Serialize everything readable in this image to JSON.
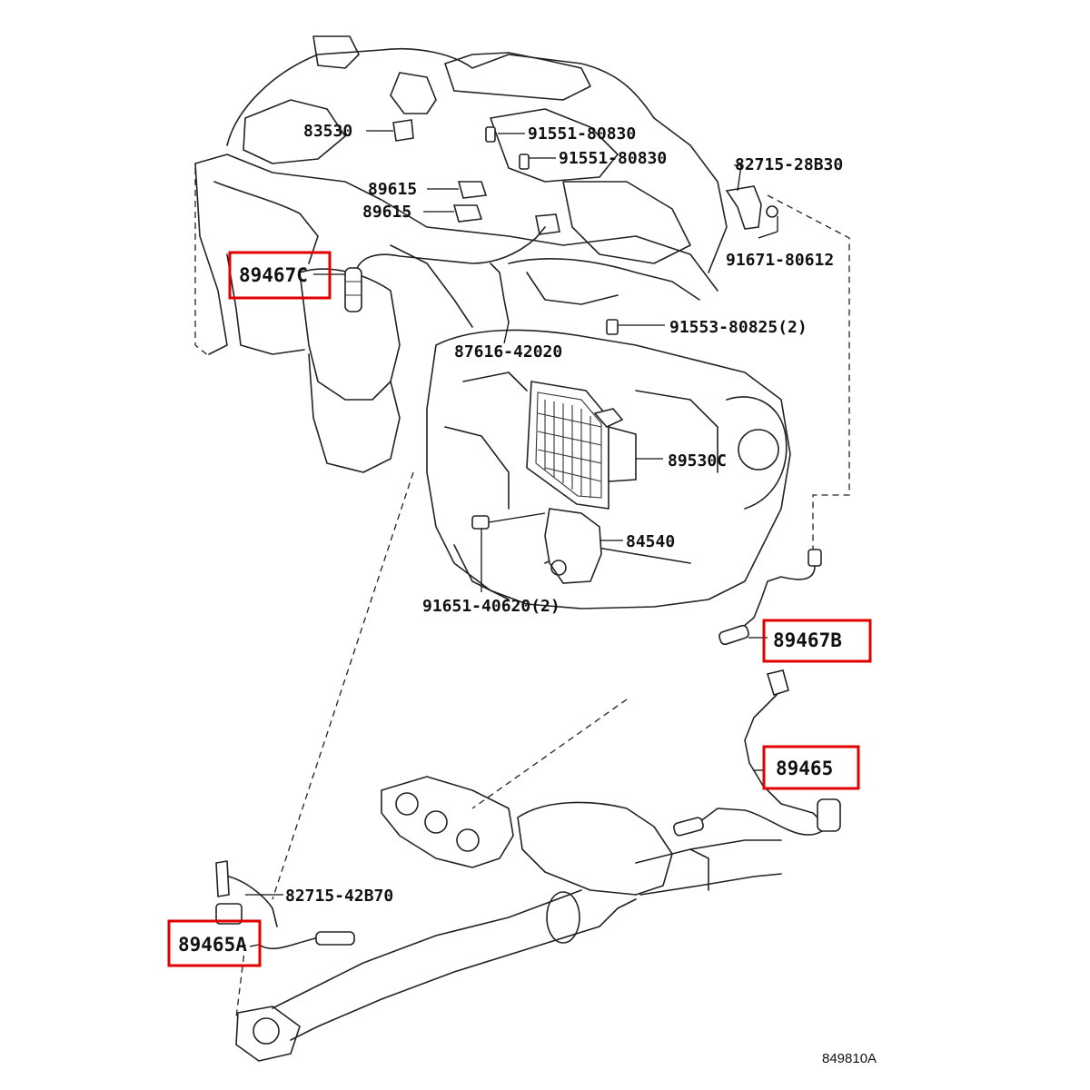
{
  "diagram": {
    "callouts": [
      {
        "id": "c83530",
        "text": "83530"
      },
      {
        "id": "c91551a",
        "text": "91551-80830"
      },
      {
        "id": "c91551b",
        "text": "91551-80830"
      },
      {
        "id": "c82715a",
        "text": "82715-28B30"
      },
      {
        "id": "c89615a",
        "text": "89615"
      },
      {
        "id": "c89615b",
        "text": "89615"
      },
      {
        "id": "c91671",
        "text": "91671-80612"
      },
      {
        "id": "c89467c",
        "text": "89467C"
      },
      {
        "id": "c87616",
        "text": "87616-42020"
      },
      {
        "id": "c91553",
        "text": "91553-80825(2)"
      },
      {
        "id": "c89530c",
        "text": "89530C"
      },
      {
        "id": "c84540",
        "text": "84540"
      },
      {
        "id": "c91651",
        "text": "91651-40620(2)"
      },
      {
        "id": "c89467b",
        "text": "89467B"
      },
      {
        "id": "c89465",
        "text": "89465"
      },
      {
        "id": "c82715b",
        "text": "82715-42B70"
      },
      {
        "id": "c89465a",
        "text": "89465A"
      }
    ],
    "diagram_code": "849810A",
    "highlight_color": "#e00000"
  }
}
